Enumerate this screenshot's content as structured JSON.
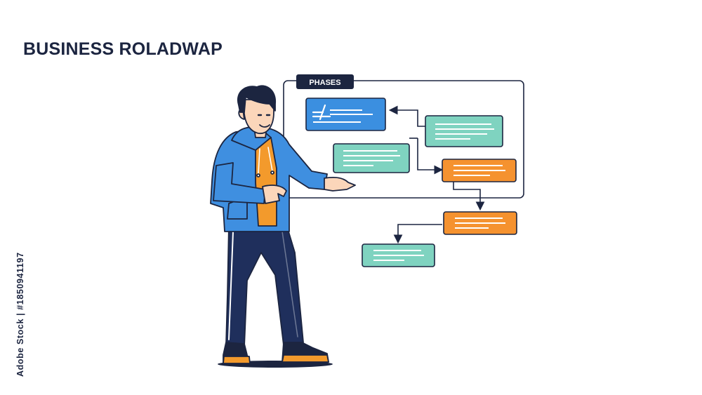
{
  "title": "BUSINESS ROLADWAP",
  "stock_id": "Adobe Stock | #1850941197",
  "phases_tag": "PHASES",
  "colors": {
    "ink": "#1c2540",
    "blue_card": "#3b8fe0",
    "teal_card": "#7fd3c0",
    "orange_card": "#f5922f",
    "hoodie": "#3f8fe0",
    "shirt": "#f39a2c",
    "pants": "#1f2f5c",
    "skin": "#fbd6ba",
    "hair": "#1c2540"
  },
  "icons": {
    "person": "presenter-illustration",
    "arrow": "arrow-icon"
  }
}
